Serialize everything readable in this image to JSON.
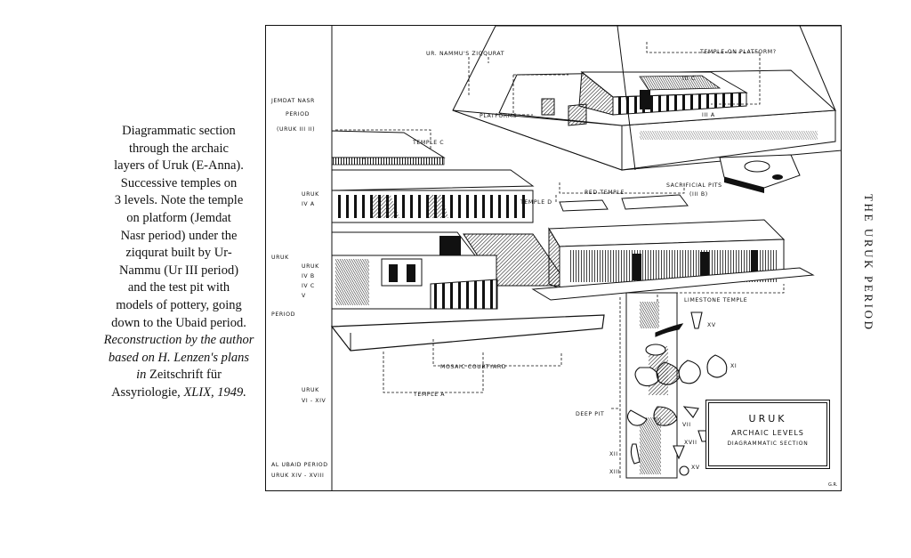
{
  "caption": {
    "lines": [
      "Diagrammatic section",
      "through the archaic",
      "layers of Uruk (E-Anna).",
      "Successive temples on",
      "3 levels. Note the temple",
      "on platform (Jemdat",
      "Nasr period) under the",
      "ziqqurat built by Ur-",
      "Nammu (Ur III period)",
      "and the test pit with",
      "models of pottery, going",
      "down to the Ubaid period."
    ],
    "credit_lines": [
      "Reconstruction by the author",
      "based on H. Lenzen's plans"
    ],
    "credit_in": "in",
    "credit_journal": "Zeitschrift für",
    "credit_journal2": "Assyriologie,",
    "credit_vol": "XLIX, 1949."
  },
  "running_head": "THE URUK PERIOD",
  "figure": {
    "period_labels": {
      "jemdat_nasr": "JEMDAT NASR",
      "period_1": "PERIOD",
      "uruk_3_2": "(URUK III II)",
      "uruk_4a_1": "URUK",
      "uruk_4a_2": "IV A",
      "uruk_side": "URUK",
      "uruk_4b_1": "URUK",
      "uruk_4b_2": "IV B",
      "uruk_4c": "IV C",
      "uruk_5": "V",
      "period_2": "PERIOD",
      "uruk_6_1": "URUK",
      "uruk_6_2": "VI - XIV",
      "ubaid_1": "AL UBAID PERIOD",
      "ubaid_2": "URUK XIV - XVIII"
    },
    "labels": {
      "ziqqurat": "UR. NAMMU'S ZIQQURAT",
      "temple_on_platform": "TEMPLE-ON PLATFORM?",
      "platforms": "PLATFORMS",
      "temple_c": "TEMPLE C",
      "red_temple": "RED TEMPLE",
      "sacrificial_pits": "SACRIFICIAL PITS",
      "sacrificial_pits_2": "(III B)",
      "temple_d": "TEMPLE D",
      "iii_c": "III C",
      "iii_a": "III A",
      "limestone_temple": "LIMESTONE TEMPLE",
      "mosaic_courtyard": "MOSAIC COURTYARD",
      "temple_a": "TEMPLE A",
      "deep_pit": "DEEP PIT",
      "roman_xv": "XV",
      "roman_xi": "XI",
      "roman_vii": "VII",
      "roman_xvii": "XVII",
      "roman_xii": "XII",
      "roman_xiii": "XIII",
      "roman_xv2": "XV"
    },
    "title_box": {
      "line1": "URUK",
      "line2": "ARCHAIC LEVELS",
      "line3": "DIAGRAMMATIC SECTION"
    },
    "initials": "G.R."
  }
}
